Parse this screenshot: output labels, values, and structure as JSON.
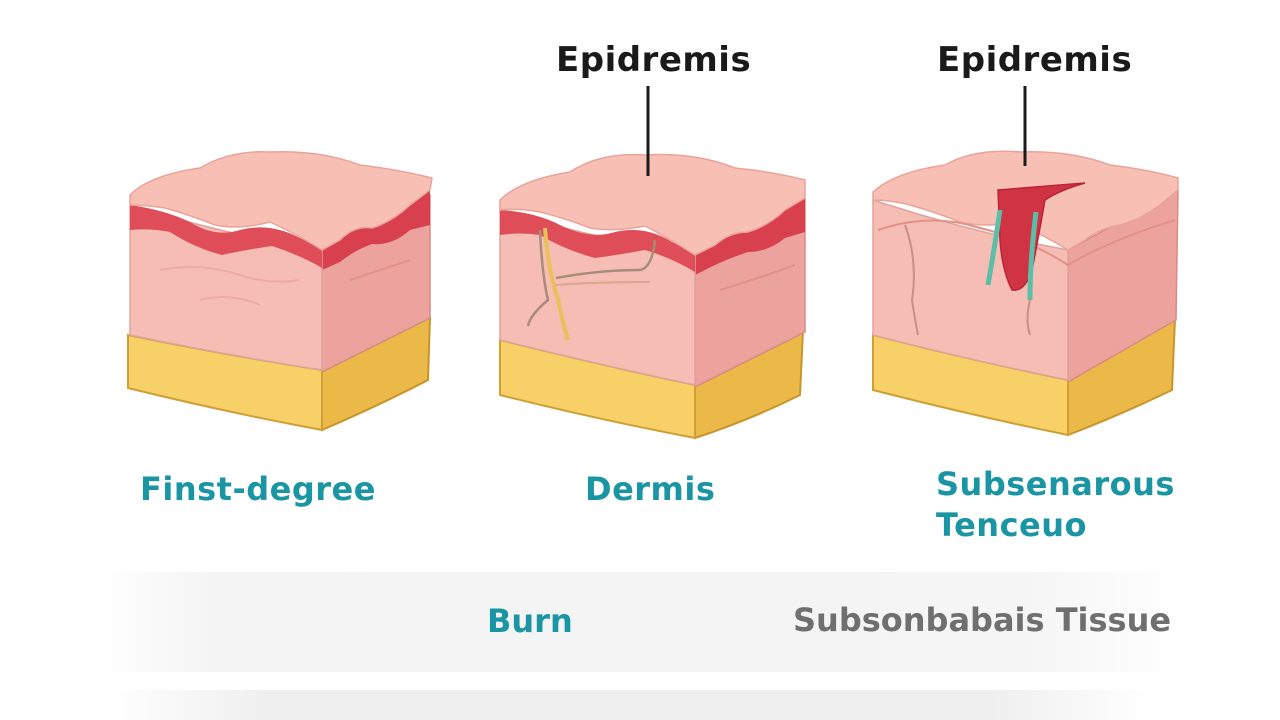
{
  "callouts": {
    "middle": "Epidremis",
    "right": "Epidremis"
  },
  "captions": {
    "left": "Finst-degree",
    "middle": "Dermis",
    "right_line1": "Subsenarous",
    "right_line2": "Tenceuo"
  },
  "footer": {
    "burn": "Burn",
    "tissue": "Subsonbabais Tissue"
  },
  "colors": {
    "epidermis_top": "#f8c0b4",
    "epidermis_band": "#de4d58",
    "dermis": "#f6bdb5",
    "fat": "#f7d168",
    "caption_teal": "#1a95a3",
    "nerve_yellow": "#e8c15a",
    "vessel_teal": "#5bbfa7",
    "footer_gray": "#6f6f6f"
  }
}
